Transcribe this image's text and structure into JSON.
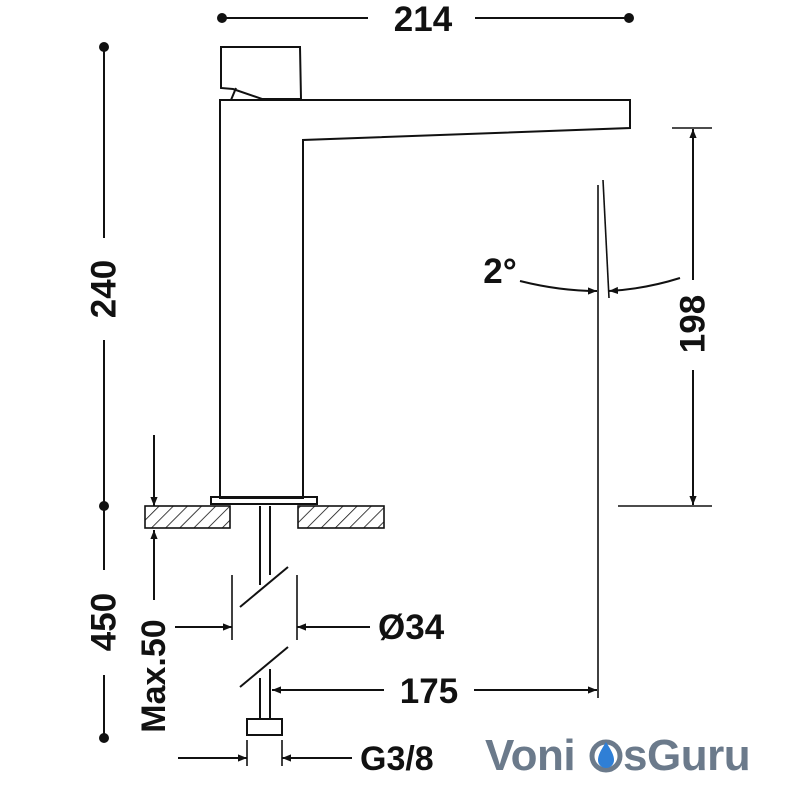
{
  "dimensions": {
    "overall_width": "214",
    "overall_height": "240",
    "spout_height": "198",
    "angle": "2°",
    "below_deck": "450",
    "max_deck": "Max.50",
    "hole_diameter": "Ø34",
    "spout_reach": "175",
    "connection": "G3/8"
  },
  "logo": {
    "part1": "Voni",
    "part2": "sGuru"
  },
  "colors": {
    "line": "#111111",
    "logo_gray": "#6b7a8b",
    "logo_blue": "#2f7fd6"
  }
}
